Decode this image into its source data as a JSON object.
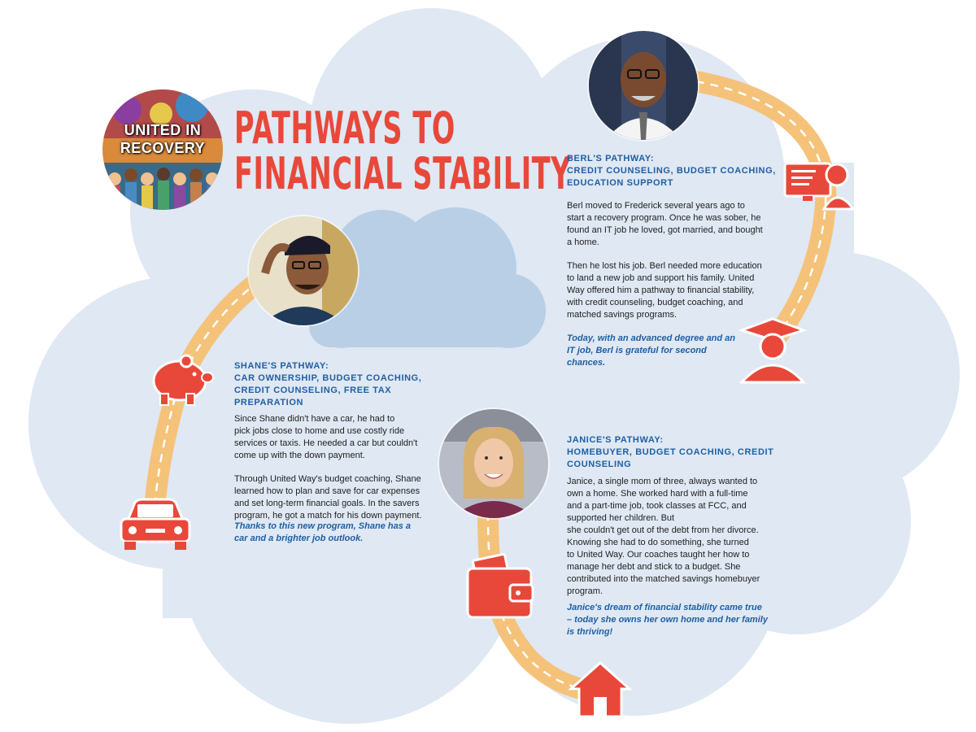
{
  "logo": {
    "line1": "UNITED IN",
    "line2": "RECOVERY"
  },
  "title": {
    "line1": "PATHWAYS TO",
    "line2": "FINANCIAL STABILITY"
  },
  "colors": {
    "cloud": "#dfe8f3",
    "small_cloud": "#b8cfe6",
    "path": "#f5c27a",
    "accent": "#e8483a",
    "heading": "#1f5fa3"
  },
  "icons": [
    "computer-headset-icon",
    "graduate-icon",
    "piggy-bank-icon",
    "car-icon",
    "wallet-icon",
    "house-icon"
  ],
  "berl": {
    "heading": [
      "BERL'S PATHWAY:",
      "CREDIT COUNSELING, BUDGET COACHING,",
      "EDUCATION SUPPORT"
    ],
    "paragraphs": [
      [
        "Berl moved to Frederick several years ago to",
        "start a recovery program. Once he was sober, he",
        "found an IT job he loved, got married, and bought",
        "a home."
      ],
      [
        "Then he lost his job. Berl needed more education",
        "to land a new job and support his family. United",
        "Way offered him a pathway to financial stability,",
        "with credit counseling, budget coaching, and",
        "matched savings programs."
      ]
    ],
    "closing": [
      "Today, with an advanced degree and an",
      "IT job, Berl is grateful for second",
      "chances."
    ]
  },
  "shane": {
    "heading": [
      "SHANE'S PATHWAY:",
      "CAR OWNERSHIP, BUDGET COACHING,",
      "CREDIT COUNSELING, FREE TAX",
      "PREPARATION"
    ],
    "paragraphs": [
      [
        "Since Shane didn't have a car, he had to",
        "pick jobs close to home and use costly ride",
        "services or taxis. He needed a car but couldn't",
        "come up with the down payment."
      ],
      [
        "Through United Way's budget coaching, Shane",
        "learned how to plan and save for car expenses",
        "and set long-term financial goals. In the savers",
        "program, he got a match for his down payment."
      ]
    ],
    "closing": [
      "Thanks to this new program, Shane has a",
      "car and a brighter job outlook."
    ]
  },
  "janice": {
    "heading": [
      "JANICE'S PATHWAY:",
      "HOMEBUYER, BUDGET COACHING, CREDIT",
      "COUNSELING"
    ],
    "paragraphs": [
      [
        "Janice, a single mom of three, always wanted to",
        "own a home. She worked hard with a full-time",
        "and a part-time job, took classes at FCC, and",
        "supported her children. But",
        "she couldn't get out of the debt from her divorce.",
        "Knowing she had to do something, she turned",
        "to United Way. Our coaches taught her how to",
        "manage her debt and stick to a budget.  She",
        "contributed into the matched savings homebuyer",
        "program."
      ]
    ],
    "closing": [
      "Janice's dream of financial stability came true",
      "– today she owns her own home and her family",
      "is thriving!"
    ]
  }
}
